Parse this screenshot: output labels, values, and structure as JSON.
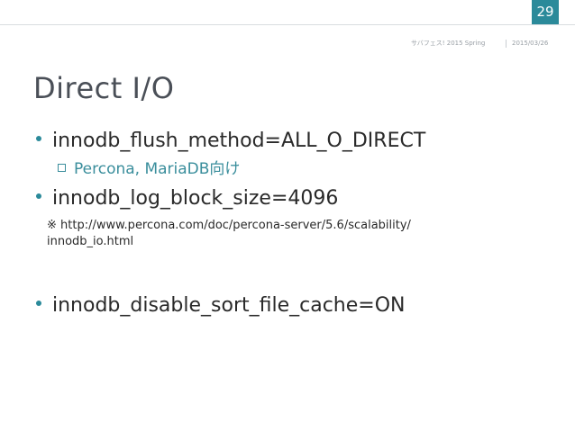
{
  "header": {
    "page_number": "29",
    "event": "サバフェス! 2015 Spring",
    "date": "2015/03/26"
  },
  "slide": {
    "title": "Direct I/O",
    "bullets": [
      {
        "text": "innodb_flush_method=ALL_O_DIRECT"
      },
      {
        "text": "innodb_log_block_size=4096"
      },
      {
        "text": "innodb_disable_sort_file_cache=ON"
      }
    ],
    "sub_bullet": "Percona, MariaDB向け",
    "note": {
      "line1": "※ http://www.percona.com/doc/percona-server/5.6/scalability/",
      "line2": "innodb_io.html"
    }
  },
  "colors": {
    "accent": "#2b8a9a",
    "sub_text": "#3a8e9c",
    "title": "#4a4f57"
  }
}
